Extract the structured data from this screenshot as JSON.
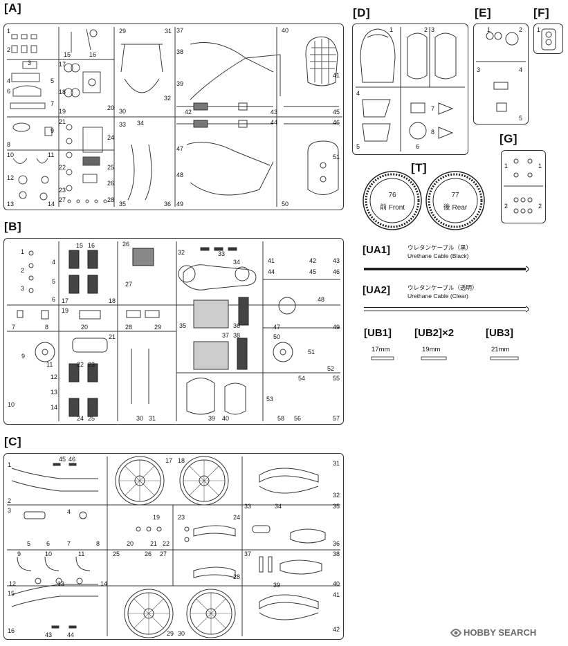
{
  "sprues": {
    "A": {
      "label": "[A]",
      "numbers": [
        "1",
        "2",
        "3",
        "4",
        "5",
        "6",
        "7",
        "8",
        "9",
        "10",
        "11",
        "12",
        "13",
        "14",
        "15",
        "16",
        "17",
        "18",
        "19",
        "20",
        "21",
        "22",
        "23",
        "24",
        "25",
        "26",
        "27",
        "28",
        "29",
        "30",
        "31",
        "32",
        "33",
        "34",
        "35",
        "36",
        "37",
        "38",
        "39",
        "40",
        "41",
        "42",
        "43",
        "44",
        "45",
        "46",
        "47",
        "48",
        "49",
        "50",
        "51"
      ]
    },
    "B": {
      "label": "[B]",
      "numbers": [
        "1",
        "2",
        "3",
        "4",
        "5",
        "6",
        "7",
        "8",
        "9",
        "10",
        "11",
        "12",
        "13",
        "14",
        "15",
        "16",
        "17",
        "18",
        "19",
        "20",
        "21",
        "22",
        "23",
        "24",
        "25",
        "26",
        "27",
        "28",
        "29",
        "30",
        "31",
        "32",
        "33",
        "34",
        "35",
        "36",
        "37",
        "38",
        "39",
        "40",
        "41",
        "42",
        "43",
        "44",
        "45",
        "46",
        "47",
        "48",
        "49",
        "50",
        "51",
        "52",
        "53",
        "54",
        "55",
        "56",
        "57",
        "58"
      ]
    },
    "C": {
      "label": "[C]",
      "numbers": [
        "1",
        "2",
        "3",
        "4",
        "5",
        "6",
        "7",
        "8",
        "9",
        "10",
        "11",
        "12",
        "13",
        "14",
        "15",
        "16",
        "17",
        "18",
        "19",
        "20",
        "21",
        "22",
        "23",
        "24",
        "25",
        "26",
        "27",
        "28",
        "29",
        "30",
        "31",
        "32",
        "33",
        "34",
        "35",
        "36",
        "37",
        "38",
        "39",
        "40",
        "41",
        "42",
        "43",
        "44",
        "45",
        "46"
      ]
    },
    "D": {
      "label": "[D]",
      "numbers": [
        "1",
        "2",
        "3",
        "4",
        "5",
        "6",
        "7",
        "8"
      ]
    },
    "E": {
      "label": "[E]",
      "numbers": [
        "1",
        "2",
        "3",
        "4",
        "5"
      ]
    },
    "F": {
      "label": "[F]",
      "numbers": [
        "1"
      ]
    },
    "G": {
      "label": "[G]",
      "numbers": [
        "1",
        "1",
        "2",
        "2"
      ]
    },
    "T": {
      "label": "[T]",
      "tires": [
        {
          "number": "76",
          "text": "前 Front"
        },
        {
          "number": "77",
          "text": "後 Rear"
        }
      ]
    }
  },
  "cables": [
    {
      "label": "[UA1]",
      "jp": "ウレタンケーブル（黒）",
      "en": "Urethane Cable (Black)",
      "color": "#111111"
    },
    {
      "label": "[UA2]",
      "jp": "ウレタンケーブル（透明）",
      "en": "Urethane Cable (Clear)",
      "color": "#ffffff"
    }
  ],
  "tubes": [
    {
      "label": "[UB1]",
      "size": "17mm"
    },
    {
      "label": "[UB2]×2",
      "size": "19mm"
    },
    {
      "label": "[UB3]",
      "size": "21mm"
    }
  ],
  "watermark": {
    "brand": "HOBBY SEARCH",
    "icon": "hobby-search-logo-icon"
  }
}
